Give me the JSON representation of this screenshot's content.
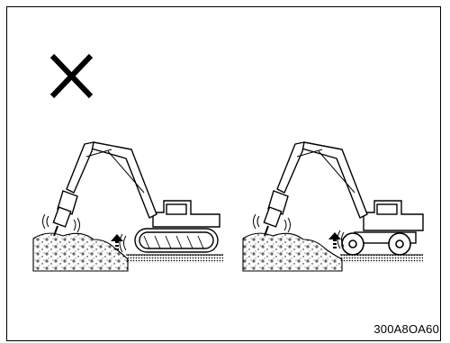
{
  "figure": {
    "caption": "300A8OA60",
    "prohibited_mark": "cross-icon",
    "scenes": [
      {
        "machine": "crawler-excavator",
        "tool": "hydraulic-breaker",
        "warning": "lifting-arrow-icon"
      },
      {
        "machine": "wheel-excavator",
        "tool": "hydraulic-breaker",
        "warning": "lifting-arrow-icon"
      }
    ]
  }
}
